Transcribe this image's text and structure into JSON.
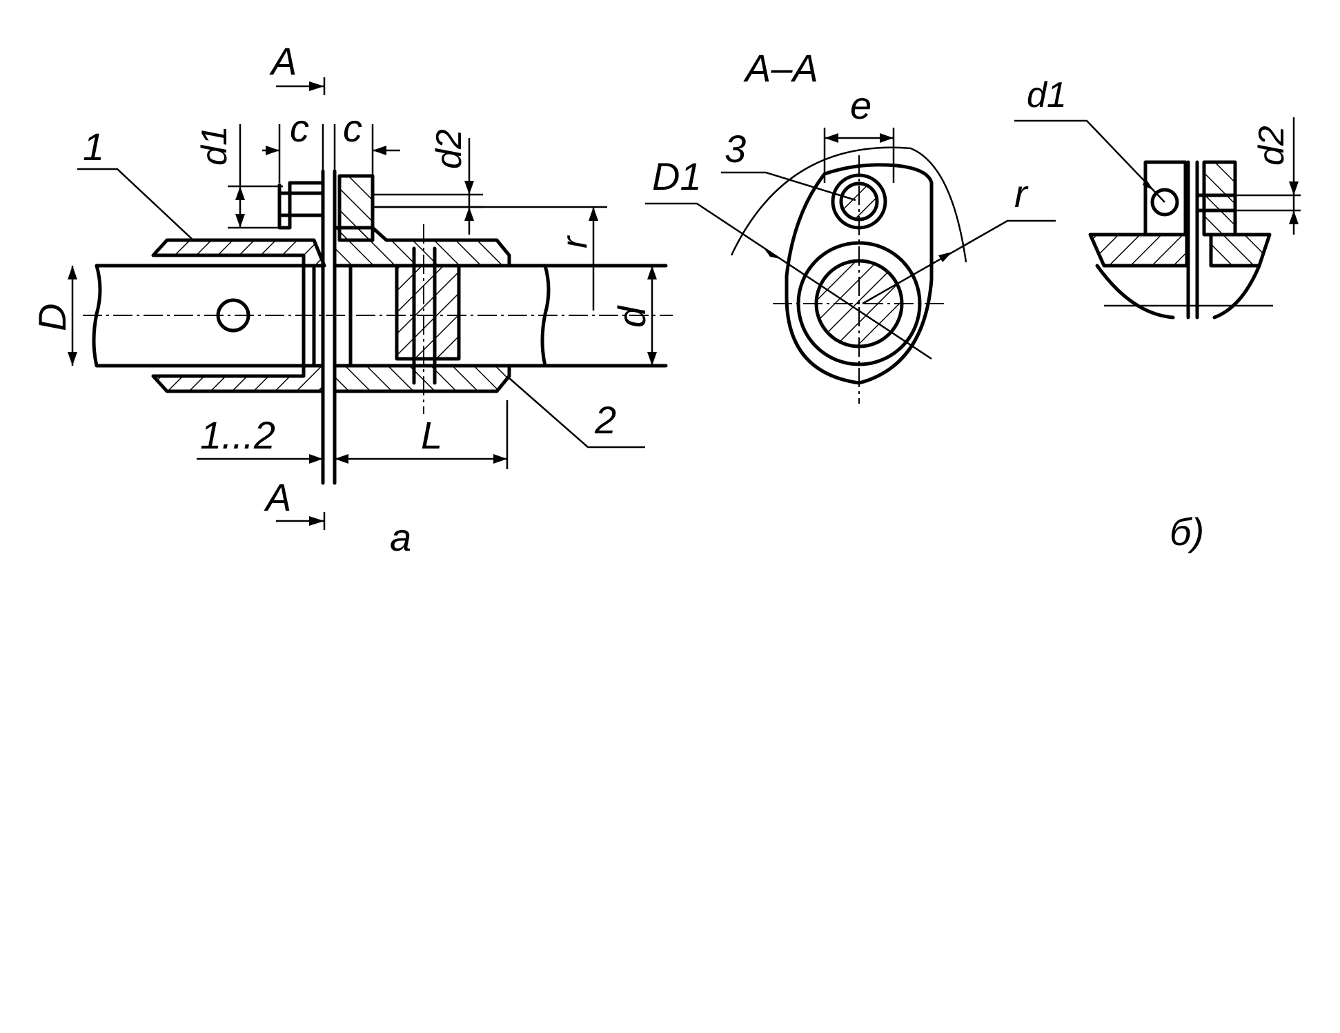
{
  "labels": {
    "section_a_top": "A",
    "section_a_bottom": "A",
    "section_title": "A–A",
    "part_1": "1",
    "part_2": "2",
    "part_3": "3",
    "dim_c_left": "c",
    "dim_c_right": "c",
    "dim_d1": "d1",
    "dim_d1_right": "d1",
    "dim_d2": "d2",
    "dim_d2_right": "d2",
    "dim_r": "r",
    "dim_r_section": "r",
    "dim_D": "D",
    "dim_d": "d",
    "dim_D1": "D1",
    "dim_e": "e",
    "dim_gap": "1...2",
    "dim_L": "L",
    "view_a": "a",
    "view_b": "б)"
  }
}
